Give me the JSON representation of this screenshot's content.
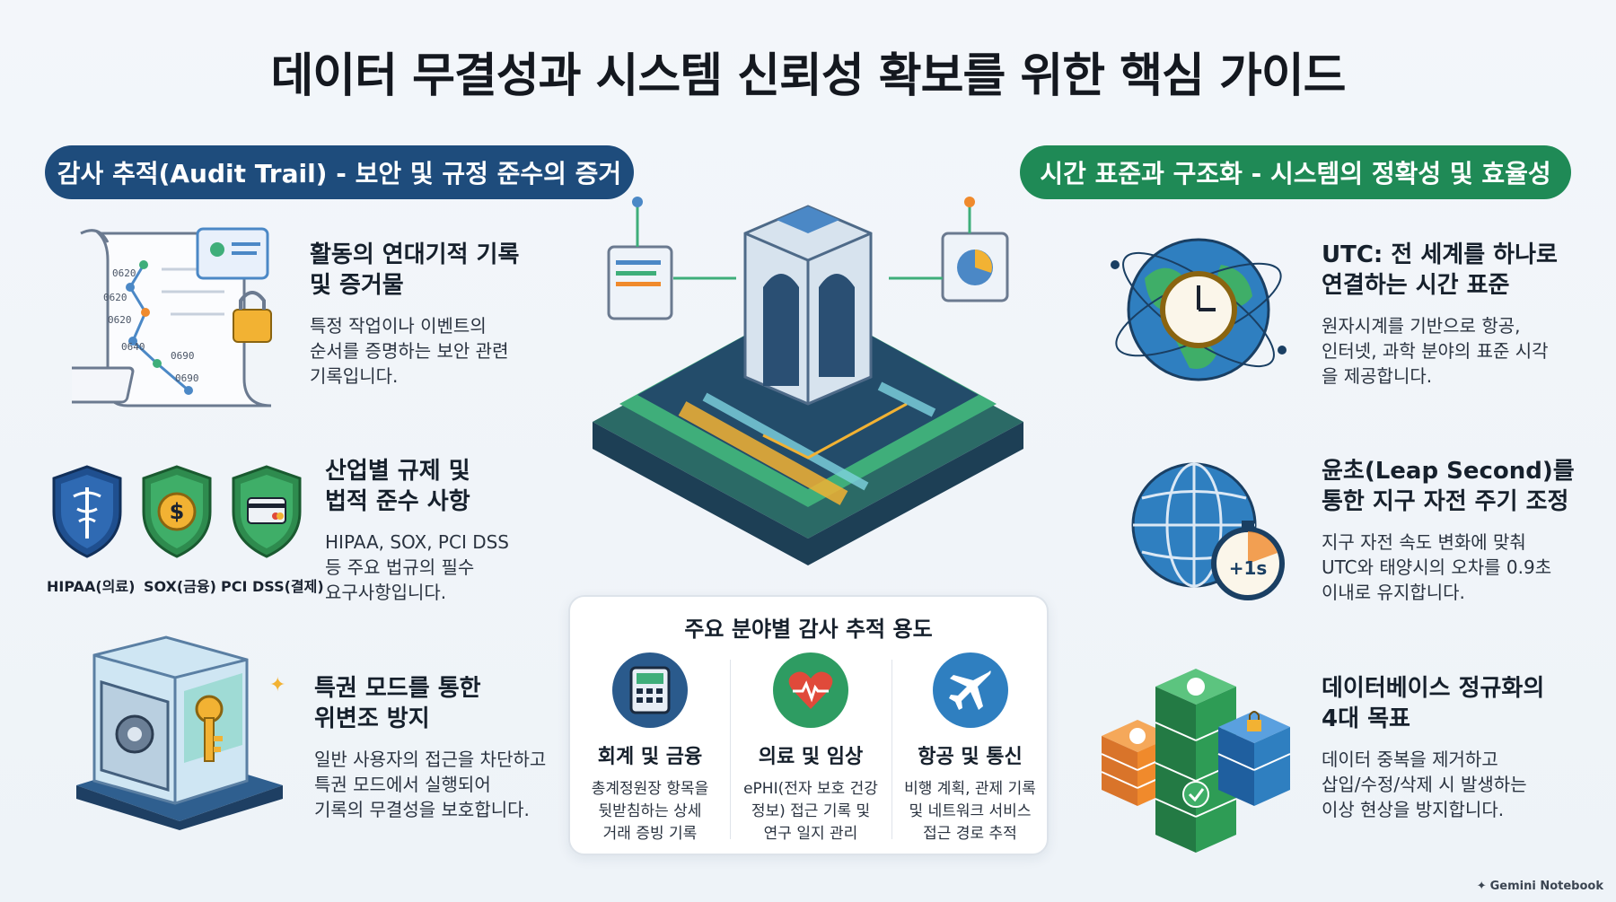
{
  "title": "데이터 무결성과 시스템 신뢰성 확보를 위한 핵심 가이드",
  "left_section": {
    "header": "감사 추적(Audit Trail) - 보안 및 규정 준수의 증거",
    "items": [
      {
        "title_line1": "활동의 연대기적 기록",
        "title_line2": "및 증거물",
        "body": [
          "특정 작업이나 이벤트의",
          "순서를 증명하는 보안 관련",
          "기록입니다."
        ]
      },
      {
        "title_line1": "산업별 규제 및",
        "title_line2": "법적 준수 사항",
        "body": [
          "HIPAA, SOX, PCI DSS",
          "등 주요 법규의 필수",
          "요구사항입니다."
        ]
      },
      {
        "title_line1": "특권 모드를 통한",
        "title_line2": "위변조 방지",
        "body": [
          "일반 사용자의 접근을 차단하고",
          "특권 모드에서 실행되어",
          "기록의 무결성을 보호합니다."
        ]
      }
    ],
    "scroll_times": [
      "0620",
      "0620",
      "0620",
      "0640",
      "0690",
      "0690"
    ],
    "shields": [
      {
        "label": "HIPAA(의료)",
        "color": "#1f4f8f"
      },
      {
        "label": "SOX(금융)",
        "color": "#2e8b4e"
      },
      {
        "label": "PCI DSS(결제)",
        "color": "#2e8b4e"
      }
    ]
  },
  "right_section": {
    "header": "시간 표준과 구조화 - 시스템의 정확성 및 효율성",
    "items": [
      {
        "title_line1": "UTC: 전 세계를 하나로",
        "title_line2": "연결하는 시간 표준",
        "body": [
          "원자시계를 기반으로 항공,",
          "인터넷, 과학 분야의 표준 시각",
          "을 제공합니다."
        ]
      },
      {
        "title_line1": "윤초(Leap Second)를",
        "title_line2": "통한 지구 자전 주기 조정",
        "body": [
          "지구 자전 속도 변화에 맞춰",
          "UTC와 태양시의 오차를 0.9초",
          "이내로 유지합니다."
        ]
      },
      {
        "title_line1": "데이터베이스 정규화의",
        "title_line2": "4대 목표",
        "body": [
          "데이터 중복을 제거하고",
          "삽입/수정/삭제 시 발생하는",
          "이상 현상을 방지합니다."
        ]
      }
    ],
    "stopwatch_label": "+1s"
  },
  "center_panel": {
    "title": "주요 분야별 감사 추적 용도",
    "columns": [
      {
        "title": "회계 및 금융",
        "body": [
          "총계정원장 항목을",
          "뒷받침하는 상세",
          "거래 증빙 기록"
        ],
        "icon": "calculator-icon"
      },
      {
        "title": "의료 및 임상",
        "body": [
          "ePHI(전자 보호 건강",
          "정보) 접근 기록 및",
          "연구 일지 관리"
        ],
        "icon": "heart-pulse-icon"
      },
      {
        "title": "항공 및 통신",
        "body": [
          "비행 계획, 관제 기록",
          "및 네트워크 서비스",
          "접근 경로 추적"
        ],
        "icon": "airplane-icon"
      }
    ]
  },
  "watermark": "Gemini Notebook",
  "colors": {
    "navy": "#1e4c7c",
    "green": "#1f8a56",
    "teal": "#3fae7a",
    "orange": "#f08a2c",
    "gold": "#f2b233"
  }
}
